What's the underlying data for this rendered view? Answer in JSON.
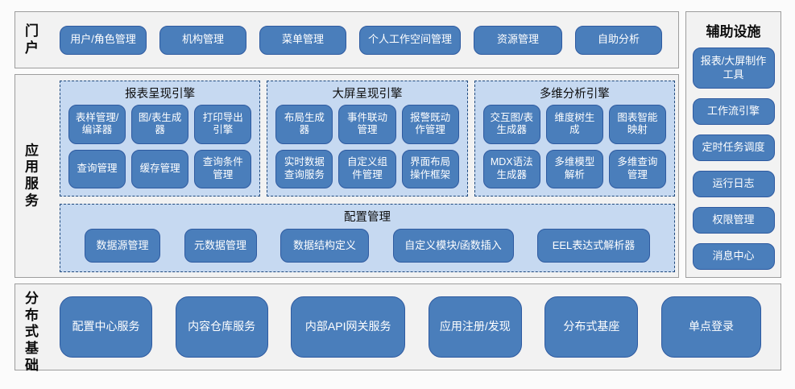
{
  "colors": {
    "button_fill": "#4a7ebb",
    "button_border": "#2e5aa0",
    "group_fill": "#c6d9f1",
    "group_border": "#1f497d",
    "section_fill": "#f2f2f2",
    "section_border": "#9d9d9d",
    "button_text": "#ffffff"
  },
  "portal": {
    "label": "门户",
    "items": [
      "用户/角色管理",
      "机构管理",
      "菜单管理",
      "个人工作空间管理",
      "资源管理",
      "自助分析"
    ]
  },
  "app_services": {
    "label": "应用服务",
    "engines": [
      {
        "title": "报表呈现引擎",
        "items": [
          "表样管理/编译器",
          "图/表生成器",
          "打印导出引擎",
          "查询管理",
          "缓存管理",
          "查询条件管理"
        ]
      },
      {
        "title": "大屏呈现引擎",
        "items": [
          "布局生成器",
          "事件联动管理",
          "报警既动作管理",
          "实时数据查询服务",
          "自定义组件管理",
          "界面布局操作框架"
        ]
      },
      {
        "title": "多维分析引擎",
        "items": [
          "交互图/表生成器",
          "维度树生成",
          "图表智能映射",
          "MDX语法生成器",
          "多维模型解析",
          "多维查询管理"
        ]
      }
    ],
    "config": {
      "title": "配置管理",
      "items": [
        "数据源管理",
        "元数据管理",
        "数据结构定义",
        "自定义模块/函数插入",
        "EEL表达式解析器"
      ]
    }
  },
  "aux": {
    "title": "辅助设施",
    "items": [
      "报表/大屏制作工具",
      "工作流引擎",
      "定时任务调度",
      "运行日志",
      "权限管理",
      "消息中心"
    ]
  },
  "distributed": {
    "label": "分布式基础",
    "items": [
      "配置中心服务",
      "内容仓库服务",
      "内部API网关服务",
      "应用注册/发现",
      "分布式基座",
      "单点登录"
    ]
  }
}
